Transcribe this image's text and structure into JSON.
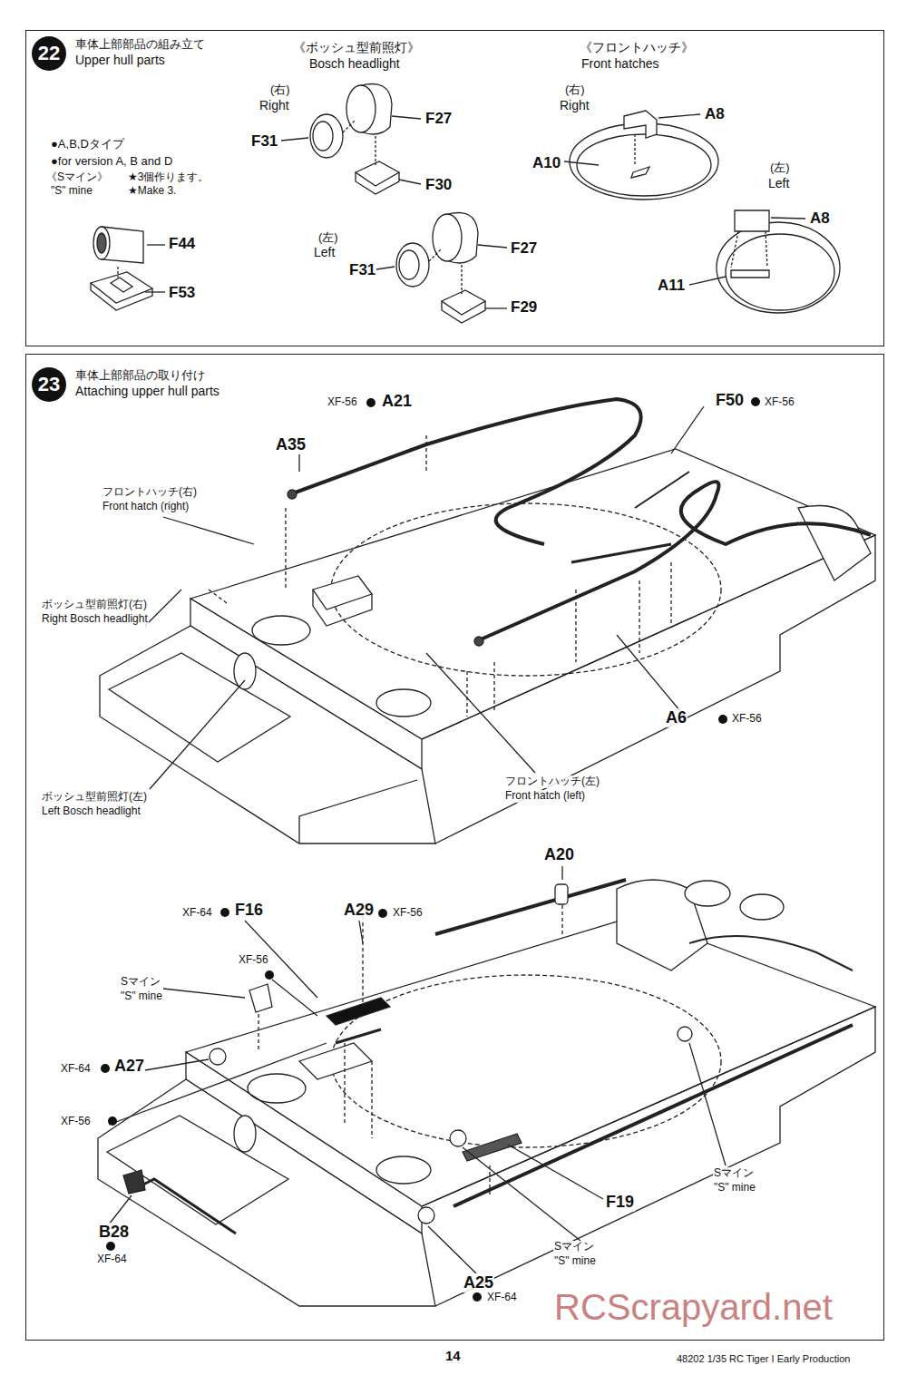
{
  "diagram": {
    "nodes": [
      {
        "text": [
          "車体上部部品の組み立て",
          "Upper hull parts"
        ]
      },
      {
        "text": [
          "22"
        ],
        "in": 0
      },
      {
        "text": [
          "車体上部部品の取り付け",
          "Attaching upper hull parts"
        ]
      },
      {
        "text": [
          "23"
        ],
        "in": 2
      }
    ],
    "labels": [
      "《ボッシュ型前照灯》",
      "Bosch headlight",
      "(右)",
      "Right",
      "F31",
      "F27",
      "F30",
      "(左)",
      "Left",
      "F31",
      "F27",
      "F29",
      "●A,B,Dタイプ",
      "●for version A, B and D",
      "《Sマイン》",
      "★3個作ります。",
      "\"S\" mine",
      "★Make 3.",
      "F44",
      "F53",
      "《フロントハッチ》",
      "Front hatches",
      "(右)",
      "Right",
      "A8",
      "A10",
      "(左)",
      "Left",
      "A8",
      "A11",
      "XF-56",
      "A21",
      "F50",
      "XF-56",
      "A35",
      "フロントハッチ(右)",
      "Front hatch (right)",
      "ボッシュ型前照灯(右)",
      "Right Bosch headlight",
      "A6",
      "XF-56",
      "フロントハッチ(左)",
      "Front hatch (left)",
      "ボッシュ型前照灯(左)",
      "Left Bosch headlight",
      "A20",
      "XF-64",
      "F16",
      "A29",
      "XF-56",
      "XF-56",
      "Sマイン",
      "\"S\" mine",
      "XF-64",
      "A27",
      "XF-56",
      "B28",
      "XF-64",
      "F19",
      "Sマイン",
      "\"S\" mine",
      "Sマイン",
      "\"S\" mine",
      "A25",
      "XF-64",
      "14",
      "48202 1/35 RC Tiger I Early Production",
      "RCScrapyard.net"
    ]
  }
}
